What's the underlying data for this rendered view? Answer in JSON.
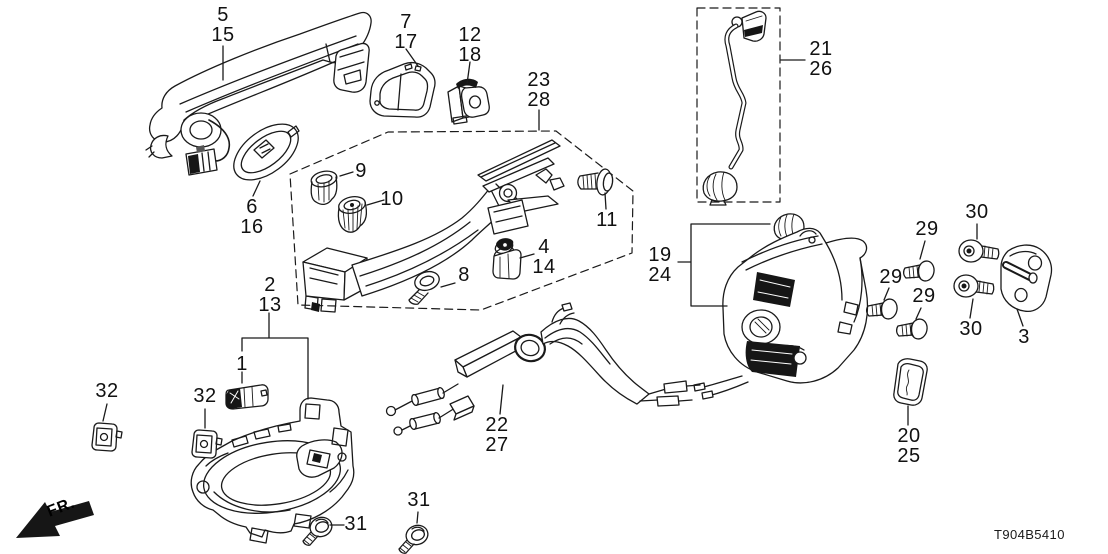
{
  "diagram": {
    "code": "T904B5410",
    "fr_label": "FR.",
    "callouts": {
      "c5_15": "5\n15",
      "c6_16": "6\n16",
      "c7_17": "7\n17",
      "c12_18": "12\n18",
      "c23_28": "23\n28",
      "c9": "9",
      "c10": "10",
      "c11": "11",
      "c4_14": "4\n14",
      "c8": "8",
      "c2_13": "2\n13",
      "c1": "1",
      "c32_left": "32",
      "c32_right": "32",
      "c31_left": "31",
      "c31_right": "31",
      "c22_27": "22\n27",
      "c19_24": "19\n24",
      "c21_26": "21\n26",
      "c29_top": "29",
      "c29_left": "29",
      "c29_right": "29",
      "c30_top": "30",
      "c30_bottom": "30",
      "c3": "3",
      "c20_25": "20\n25"
    }
  }
}
